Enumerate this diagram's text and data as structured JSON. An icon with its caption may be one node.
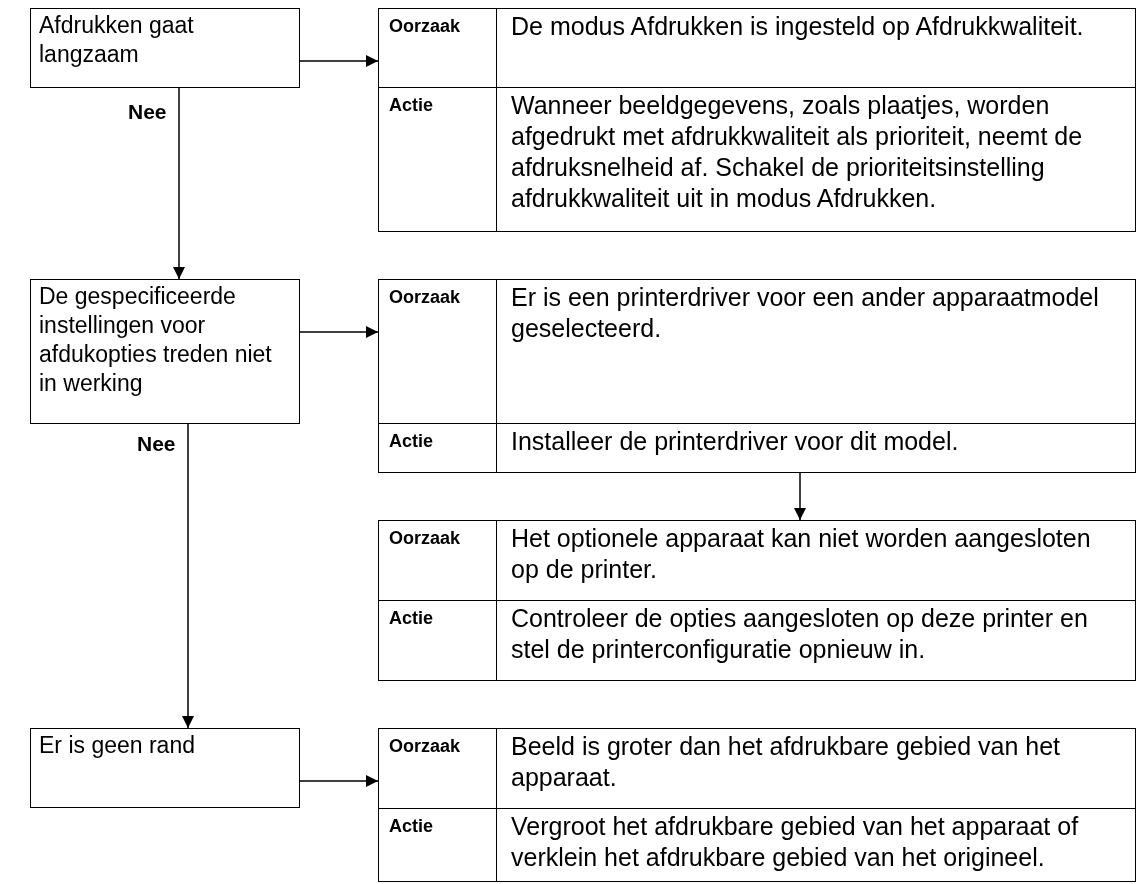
{
  "diagram": {
    "nodes": [
      {
        "text": [
          "Afdrukken gaat langzaam"
        ]
      },
      {
        "text": [
          "Oorzaak",
          "De modus Afdrukken is ingesteld op Afdrukkwaliteit."
        ]
      },
      {
        "text": [
          "Actie",
          "Wanneer beeldgegevens, zoals plaatjes, worden afgedrukt met afdrukkwaliteit als prioriteit, neemt de afdruksnelheid af. Schakel de prioriteitsinstelling afdrukkwaliteit uit in modus Afdrukken."
        ]
      },
      {
        "text": [
          "De gespecificeerde instellingen voor afdukopties treden niet in werking"
        ]
      },
      {
        "text": [
          "Oorzaak",
          "Er is een printerdriver voor een ander apparaatmodel geselecteerd."
        ]
      },
      {
        "text": [
          "Actie",
          "Installeer de printerdriver voor dit model."
        ]
      },
      {
        "text": [
          "Oorzaak",
          "Het optionele apparaat kan niet worden aangesloten op de printer."
        ]
      },
      {
        "text": [
          "Actie",
          "Controleer de opties aangesloten op deze printer en stel de printerconfiguratie opnieuw in."
        ]
      },
      {
        "text": [
          "Er is geen rand"
        ]
      },
      {
        "text": [
          "Oorzaak",
          "Beeld is groter dan het afdrukbare gebied van het apparaat."
        ]
      },
      {
        "text": [
          "Actie",
          "Vergroot het afdrukbare gebied van het apparaat of verklein het afdrukbare gebied van het origineel."
        ]
      }
    ],
    "edges": [
      {
        "from": 0,
        "to": 1,
        "arrow": "to"
      },
      {
        "from": 0,
        "to": 3,
        "arrow": "to",
        "label": "Nee"
      },
      {
        "from": 3,
        "to": 4,
        "arrow": "to"
      },
      {
        "from": 5,
        "to": 6,
        "arrow": "to"
      },
      {
        "from": 3,
        "to": 8,
        "arrow": "to",
        "label": "Nee"
      },
      {
        "from": 8,
        "to": 9,
        "arrow": "to"
      }
    ]
  }
}
